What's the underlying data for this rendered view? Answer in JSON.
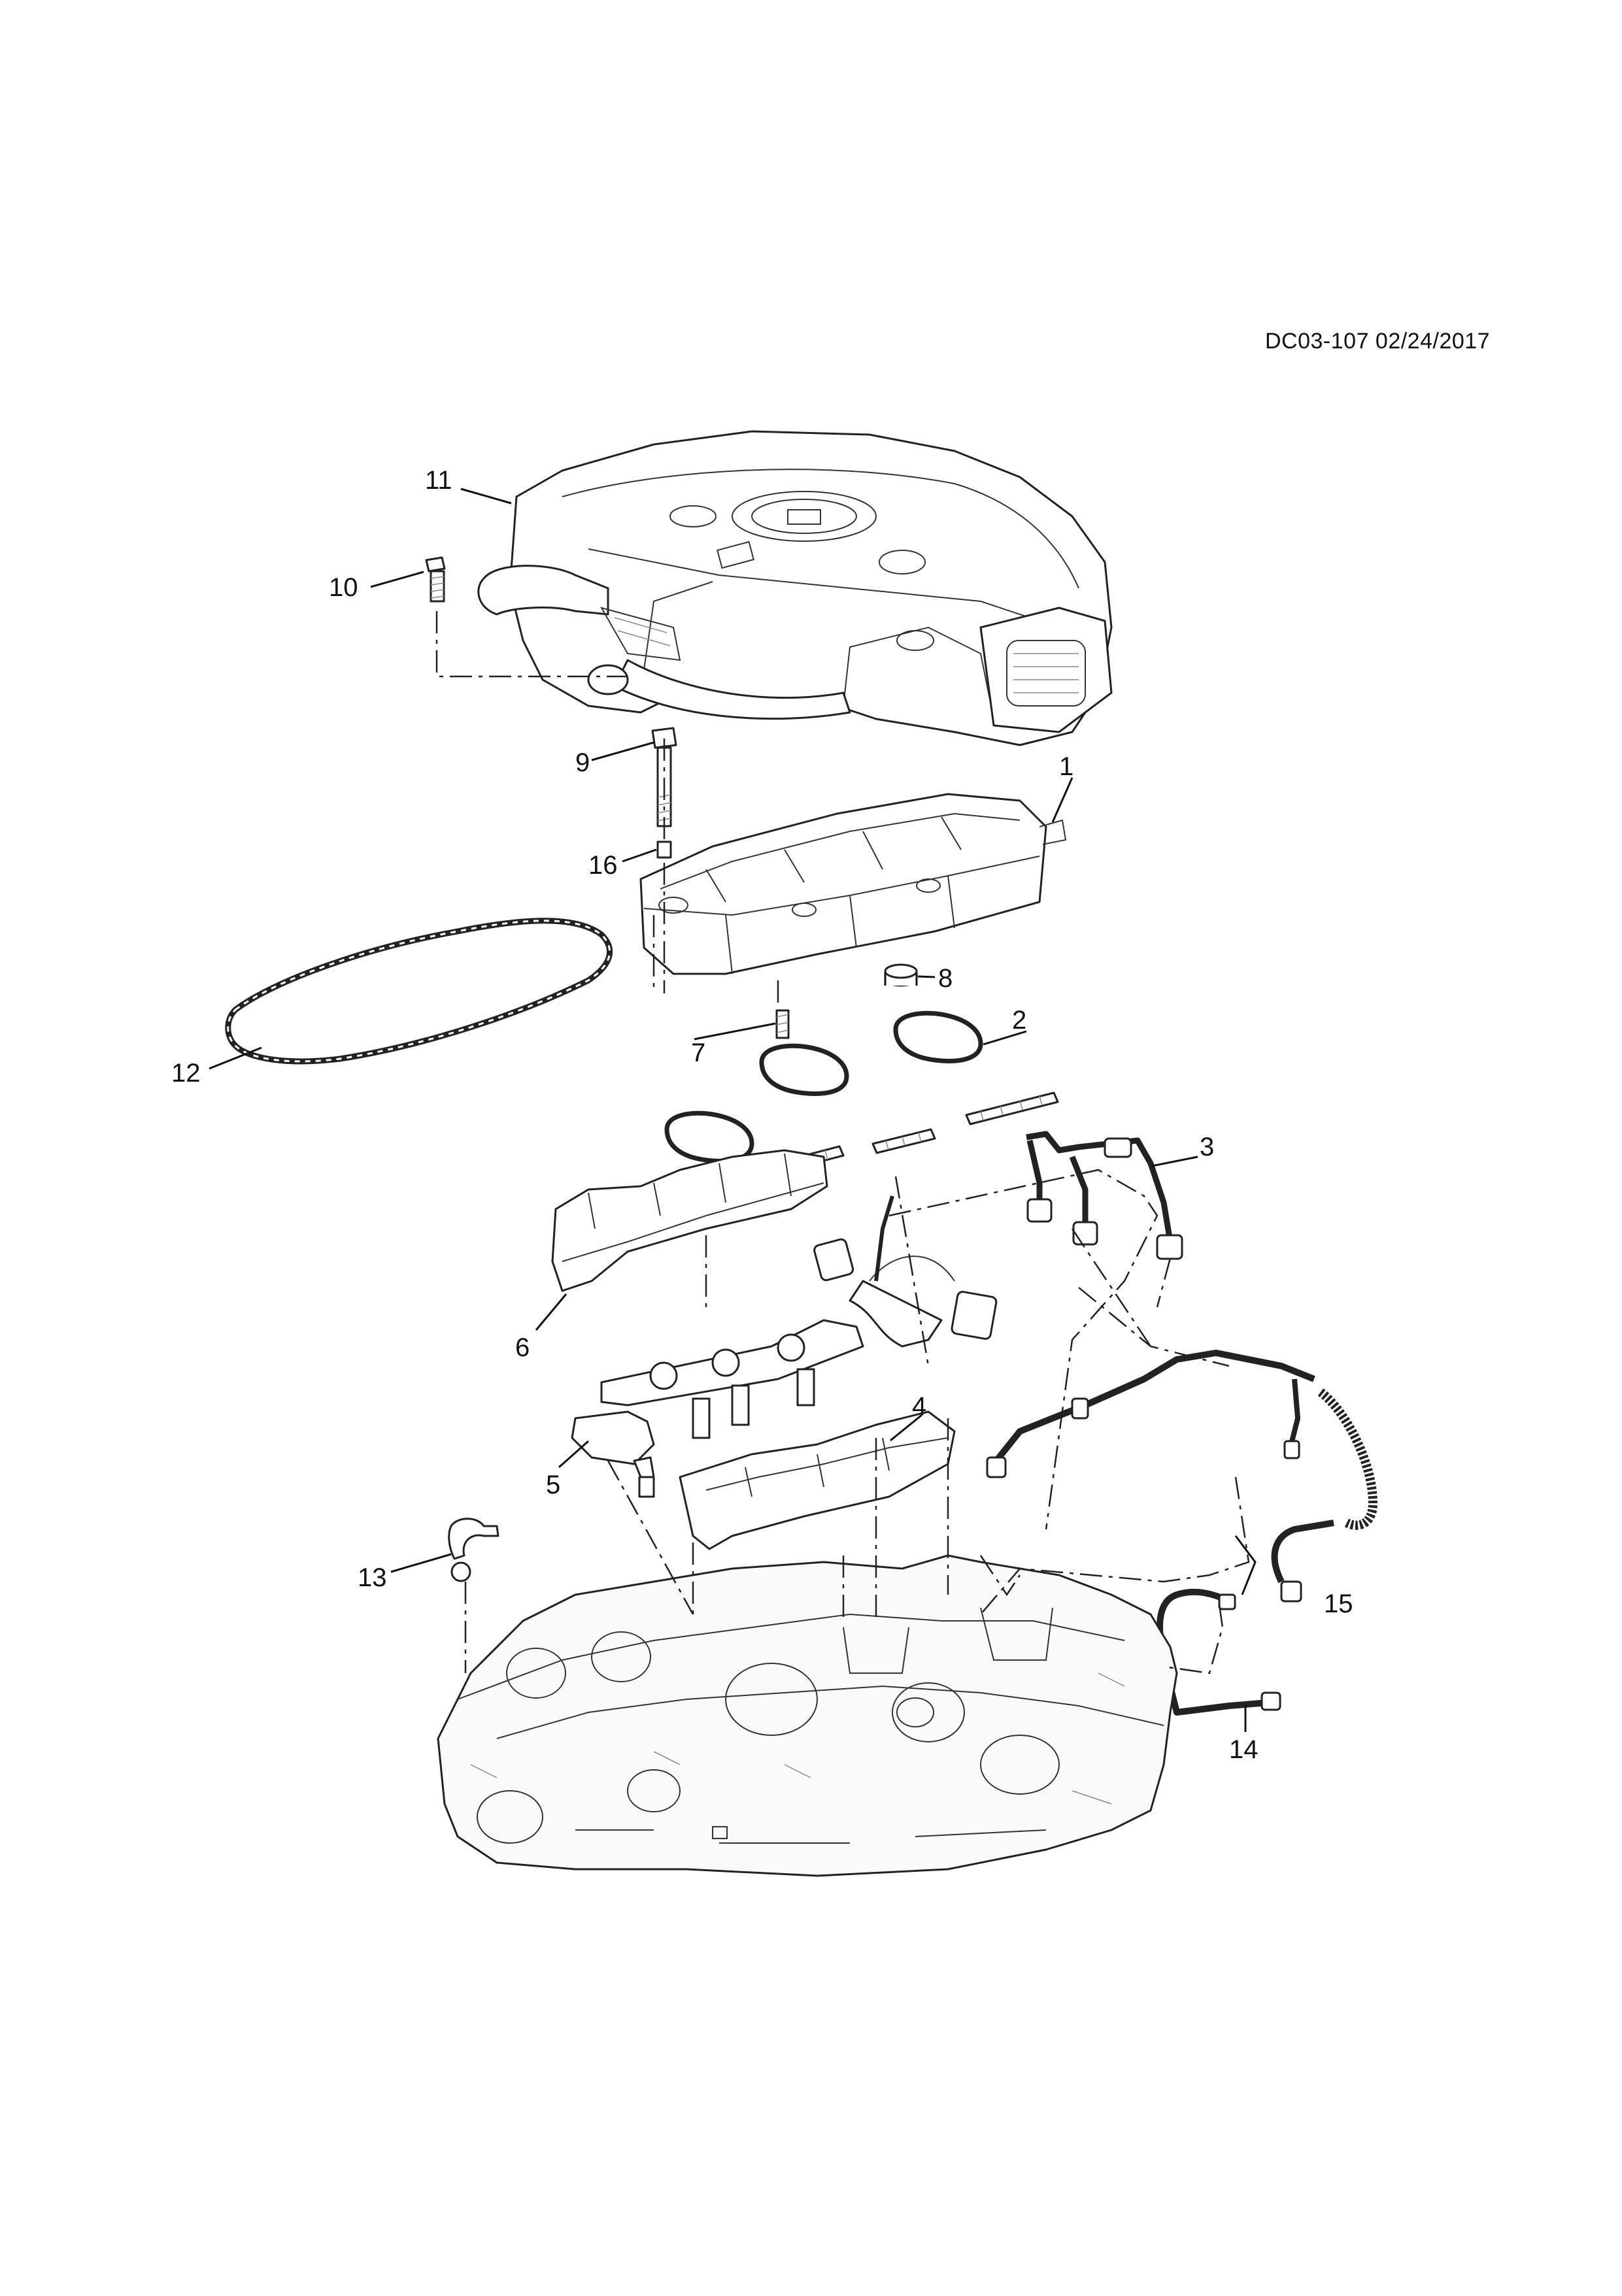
{
  "diagram": {
    "reference": "DC03-107 02/24/2017",
    "callouts": [
      {
        "label": "1"
      },
      {
        "label": "2"
      },
      {
        "label": "3"
      },
      {
        "label": "4"
      },
      {
        "label": "5"
      },
      {
        "label": "6"
      },
      {
        "label": "7"
      },
      {
        "label": "8"
      },
      {
        "label": "9"
      },
      {
        "label": "10"
      },
      {
        "label": "11"
      },
      {
        "label": "12"
      },
      {
        "label": "13"
      },
      {
        "label": "14"
      },
      {
        "label": "15"
      },
      {
        "label": "16"
      }
    ]
  }
}
